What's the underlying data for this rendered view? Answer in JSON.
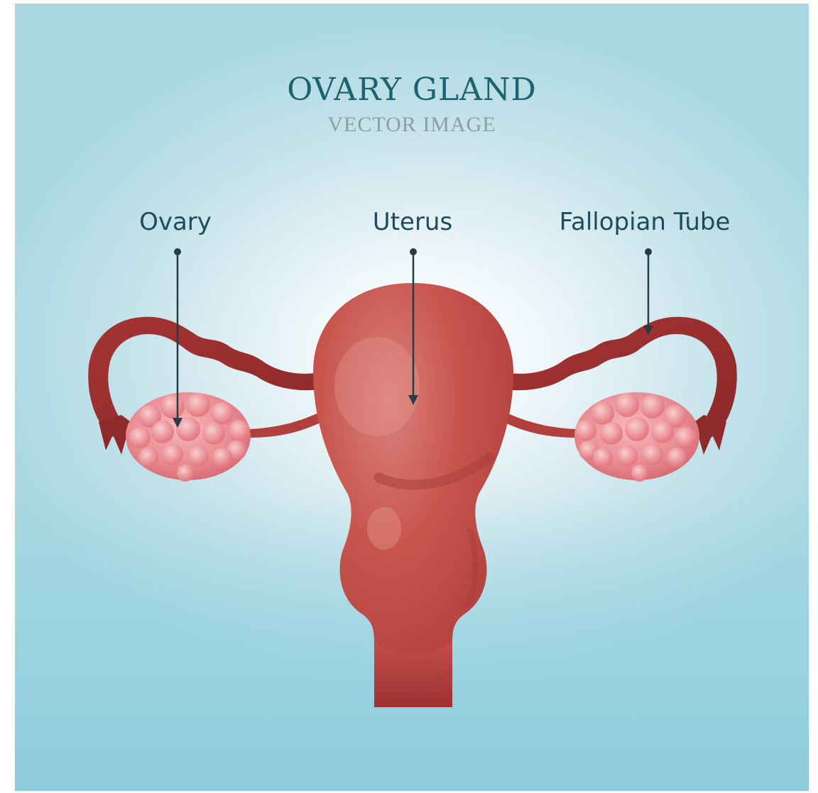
{
  "header": {
    "title": "OVARY GLAND",
    "subtitle": "VECTOR IMAGE"
  },
  "labels": {
    "ovary": "Ovary",
    "uterus": "Uterus",
    "fallopian_tube": "Fallopian Tube"
  },
  "colors": {
    "title": "#1e6270",
    "subtitle": "#8e9ea3",
    "label": "#1f4c5a",
    "uterus": "#c2504c",
    "tube": "#9e2f2f",
    "ovary": "#e7898f",
    "pointer": "#263d47"
  }
}
